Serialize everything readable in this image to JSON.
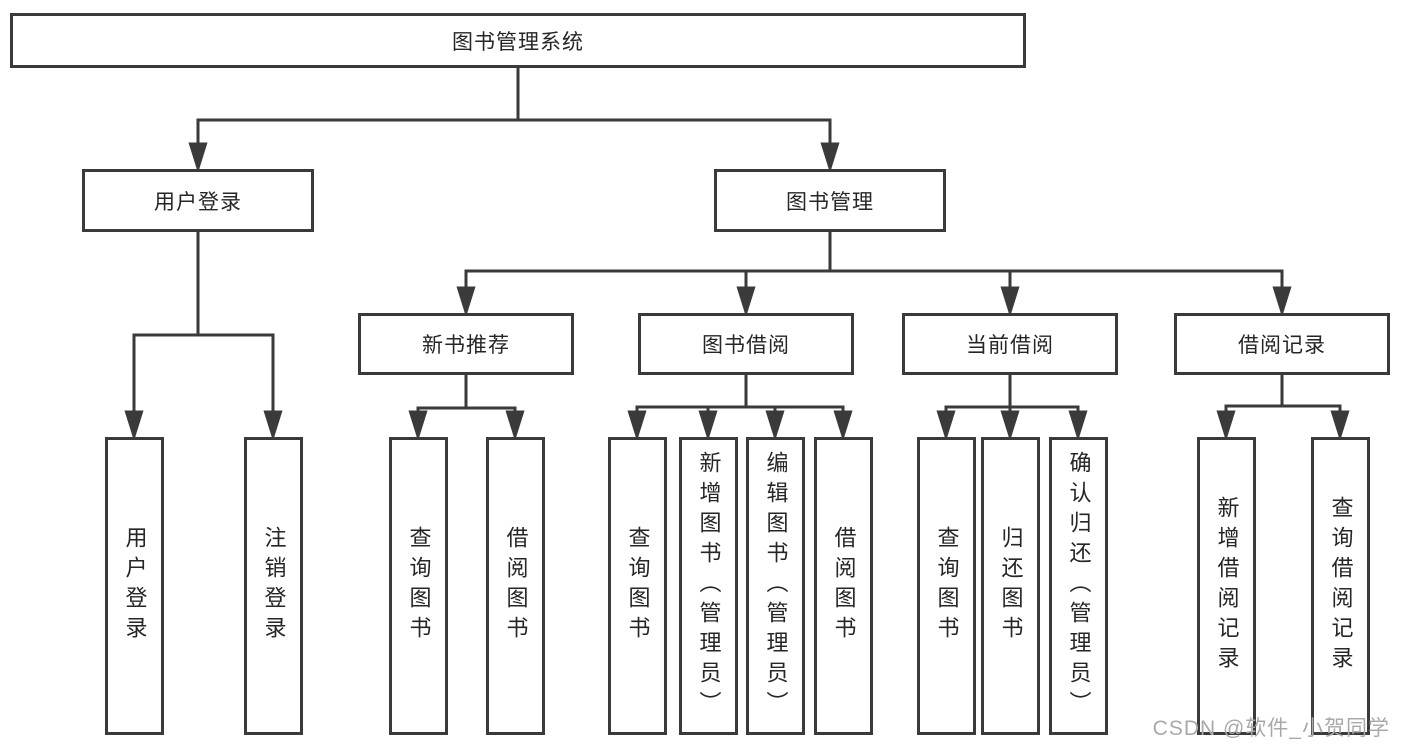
{
  "nodes": {
    "root": "图书管理系统",
    "level2": [
      {
        "label": "用户登录"
      },
      {
        "label": "图书管理"
      }
    ],
    "level3": [
      {
        "label": "新书推荐"
      },
      {
        "label": "图书借阅"
      },
      {
        "label": "当前借阅"
      },
      {
        "label": "借阅记录"
      }
    ],
    "leaves_user": [
      {
        "label": "用户登录"
      },
      {
        "label": "注销登录"
      }
    ],
    "leaves_recommend": [
      {
        "label": "查询图书"
      },
      {
        "label": "借阅图书"
      }
    ],
    "leaves_borrow": [
      {
        "label": "查询图书"
      },
      {
        "label": "新增图书（管理员）"
      },
      {
        "label": "编辑图书（管理员）"
      },
      {
        "label": "借阅图书"
      }
    ],
    "leaves_current": [
      {
        "label": "查询图书"
      },
      {
        "label": "归还图书"
      },
      {
        "label": "确认归还（管理员）"
      }
    ],
    "leaves_records": [
      {
        "label": "新增借阅记录"
      },
      {
        "label": "查询借阅记录"
      }
    ]
  },
  "watermark": "CSDN @软件_小贺同学",
  "colors": {
    "line": "#3a3a3a",
    "text": "#262626",
    "box_background": "#ffffff",
    "page_background": "#ffffff",
    "watermark": "#a9a9a9"
  }
}
